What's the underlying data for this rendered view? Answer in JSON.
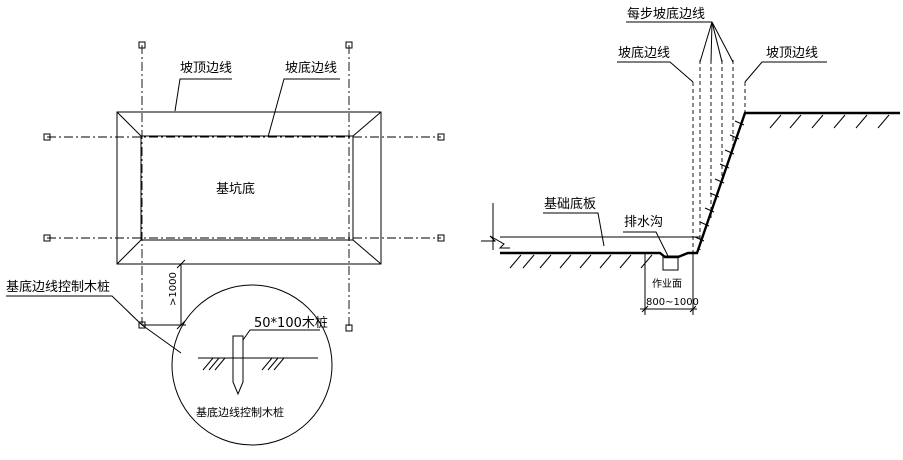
{
  "plan": {
    "slope_top_line": "坡顶边线",
    "slope_bottom_line": "坡底边线",
    "pit_bottom": "基坑底",
    "control_stake": "基底边线控制木桩",
    "offset_dim": ">1000"
  },
  "detail": {
    "stake_size": "50*100木桩",
    "caption": "基底边线控制木桩"
  },
  "section": {
    "step_slope_bottom": "每步坡底边线",
    "slope_bottom_line": "坡底边线",
    "slope_top_line": "坡顶边线",
    "foundation_slab": "基础底板",
    "drain_ditch": "排水沟",
    "work_face": "作业面",
    "work_width": "800~1000"
  }
}
